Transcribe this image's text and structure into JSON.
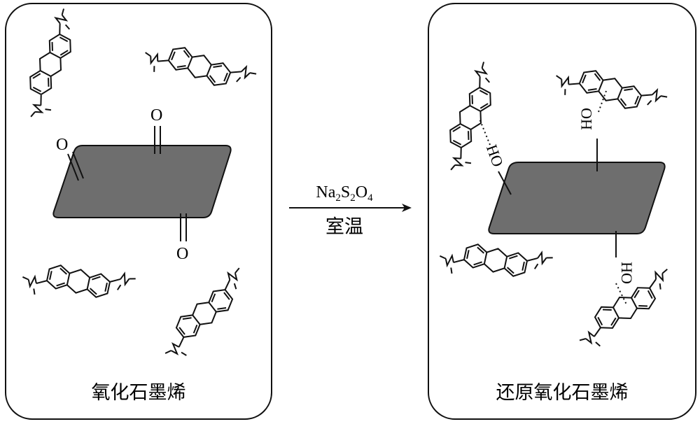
{
  "colors": {
    "sheet": "#6e6e6e",
    "stroke": "#111111",
    "background": "#ffffff"
  },
  "left_panel": {
    "caption": "氧化石墨烯",
    "oxygen_labels": [
      "O",
      "O",
      "O"
    ],
    "molecule_count": 4
  },
  "reaction": {
    "reagent": {
      "p1": "Na",
      "s1": "2",
      "p2": "S",
      "s2": "2",
      "p3": "O",
      "s3": "4"
    },
    "condition": "室温"
  },
  "right_panel": {
    "caption": "还原氧化石墨烯",
    "hydroxyl_labels": [
      "HO",
      "HO",
      "HO"
    ],
    "molecule_count": 4
  }
}
